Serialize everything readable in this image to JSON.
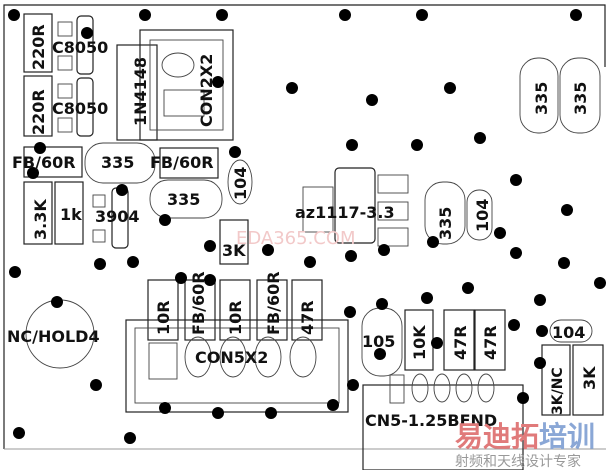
{
  "components": {
    "r1": "220R",
    "r2": "220R",
    "q1": "C8050",
    "q2": "C8050",
    "d1": "1N4148",
    "j1": "CON2X2",
    "fb1": "FB/60R",
    "c1": "335",
    "fb2": "FB/60R",
    "c2": "104",
    "c3": "335",
    "r3": "3.3K",
    "r4": "1k",
    "q3": "3904",
    "u1": "az1117-3.3",
    "c4": "335",
    "c5": "104",
    "c6": "335",
    "c7": "335",
    "r5": "3K",
    "r6": "10R",
    "fb3": "FB/60R",
    "r7": "10R",
    "fb4": "FB/60R",
    "r8": "47R",
    "j2": "CON5X2",
    "h1": "NC/HOLD4",
    "c8": "105",
    "r9": "10K",
    "r10": "47R",
    "r11": "47R",
    "c9": "104",
    "r12": "3K/NC",
    "r13": "3K",
    "j3": "CN5-1.25BEND"
  },
  "watermark": {
    "site": "EDA365.COM",
    "brand_a": "易迪拓",
    "brand_b": "培训",
    "slogan": "射频和天线设计专家"
  },
  "colors": {
    "silkscreen": "#111111",
    "watermark_red": "#e07a7a",
    "watermark_blue": "#8aa7d6"
  }
}
